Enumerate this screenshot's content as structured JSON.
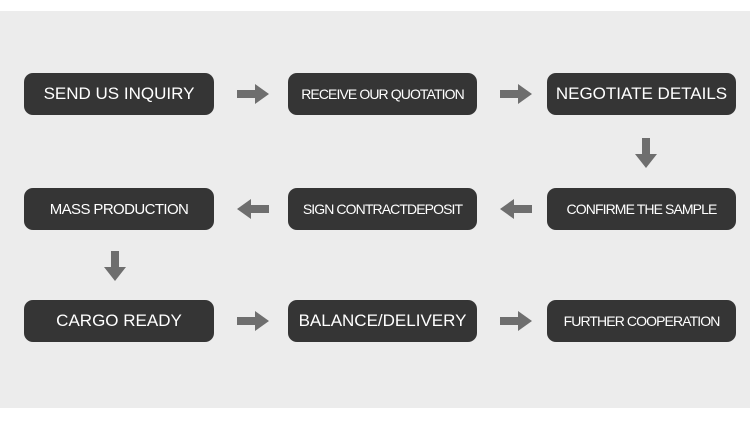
{
  "steps": [
    {
      "id": "send-us-inquiry",
      "label": "SEND US INQUIRY"
    },
    {
      "id": "receive-our-quotation",
      "label": "RECEIVE OUR QUOTATION"
    },
    {
      "id": "negotiate-details",
      "label": "NEGOTIATE DETAILS"
    },
    {
      "id": "confirme-the-sample",
      "label": "CONFIRME THE SAMPLE"
    },
    {
      "id": "sign-contract-deposit",
      "label": "SIGN CONTRACTDEPOSIT"
    },
    {
      "id": "mass-production",
      "label": "MASS PRODUCTION"
    },
    {
      "id": "cargo-ready",
      "label": "CARGO READY"
    },
    {
      "id": "balance-delivery",
      "label": "BALANCE/DELIVERY"
    },
    {
      "id": "further-cooperation",
      "label": "FURTHER COOPERATION"
    }
  ],
  "colors": {
    "panel_background": "#ececec",
    "step_fill": "#353535",
    "step_text": "#ffffff",
    "arrow": "#6e6e6e"
  },
  "icons": {
    "arrow_right": "arrow-right-icon",
    "arrow_left": "arrow-left-icon",
    "arrow_down": "arrow-down-icon"
  }
}
